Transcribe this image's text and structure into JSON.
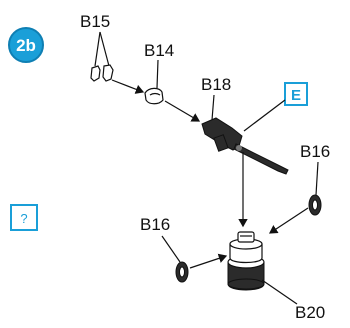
{
  "step": {
    "number": "2b",
    "color": "#1a9fd8"
  },
  "callouts": {
    "e_box": "E",
    "help_box": "?"
  },
  "parts": {
    "b15": "B15",
    "b14": "B14",
    "b18": "B18",
    "b16_right": "B16",
    "b16_left": "B16",
    "b20": "B20"
  }
}
